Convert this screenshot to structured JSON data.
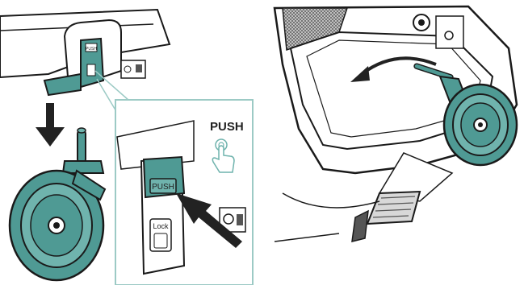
{
  "labels": {
    "push_small": "PUSH",
    "push_button": "PUSH",
    "push_heading": "PUSH",
    "lock": "Lock"
  },
  "colors": {
    "teal": "#4f9a94",
    "teal_light": "#6fb3ad",
    "outline": "#1a1a1a",
    "grey_dark": "#555555",
    "grey_light": "#d8d8d8",
    "background": "#ffffff"
  },
  "icons": [
    "down-arrow-icon",
    "push-arrow-icon",
    "hand-press-icon",
    "curved-arrow-icon"
  ]
}
